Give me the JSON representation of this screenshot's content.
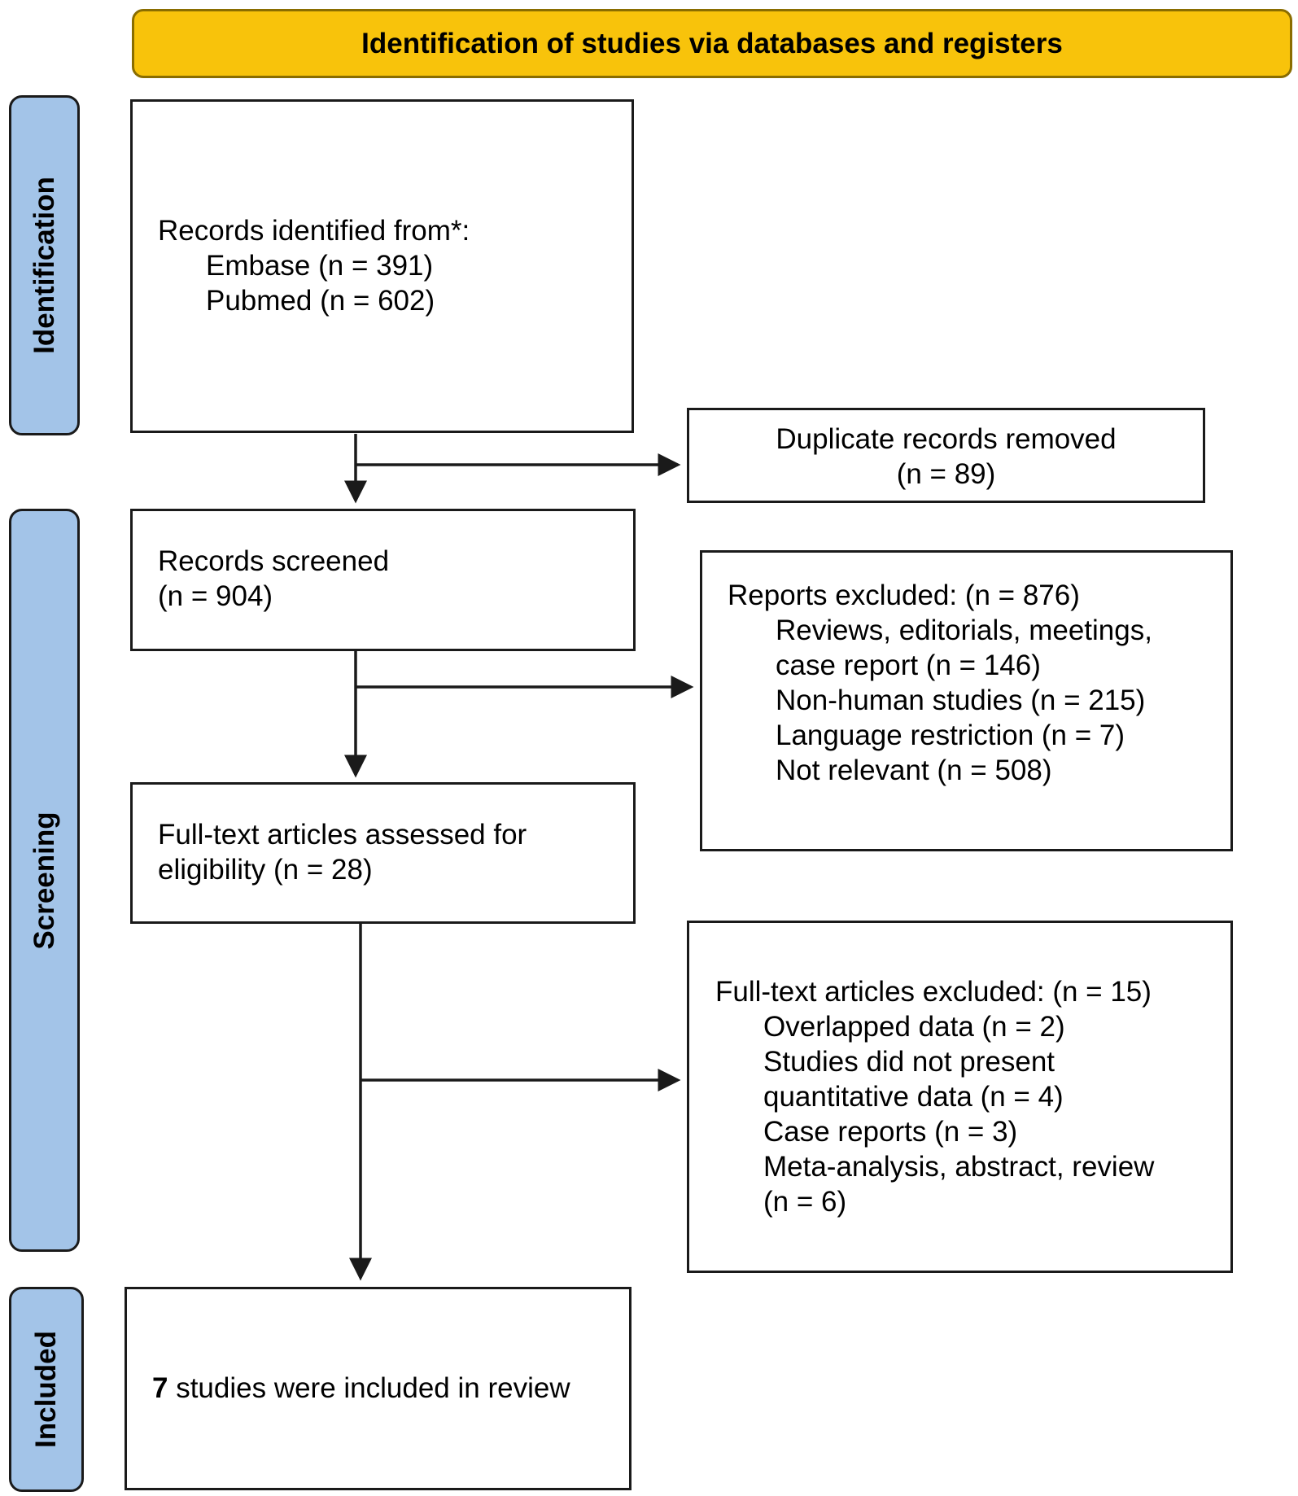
{
  "header": {
    "title": "Identification of studies via databases and registers"
  },
  "stages": {
    "identification": "Identification",
    "screening": "Screening",
    "included": "Included"
  },
  "records_identified": {
    "heading": "Records identified from*:",
    "sources": [
      "Embase (n = 391)",
      "Pubmed (n = 602)"
    ]
  },
  "duplicates_removed": {
    "line1": "Duplicate records removed",
    "line2": "(n = 89)"
  },
  "records_screened": {
    "line1": "Records screened",
    "line2": "(n = 904)"
  },
  "reports_excluded": {
    "heading": "Reports excluded: (n = 876)",
    "items": [
      "Reviews, editorials, meetings,",
      "case report (n = 146)",
      "Non-human studies (n = 215)",
      "Language restriction (n = 7)",
      "Not relevant (n = 508)"
    ]
  },
  "fulltext_assessed": {
    "line1": "Full-text articles assessed for",
    "line2": "eligibility (n = 28)"
  },
  "fulltext_excluded": {
    "heading": "Full-text articles excluded: (n = 15)",
    "items": [
      "Overlapped data (n = 2)",
      "Studies did not present",
      "quantitative data (n = 4)",
      "Case reports (n = 3)",
      "Meta-analysis, abstract, review",
      "(n = 6)"
    ]
  },
  "included_studies": {
    "count": "7",
    "text": " studies were included in review"
  },
  "colors": {
    "banner": "#f8c30b",
    "stage_tab": "#a3c4e8",
    "line": "#1a1a1a"
  }
}
